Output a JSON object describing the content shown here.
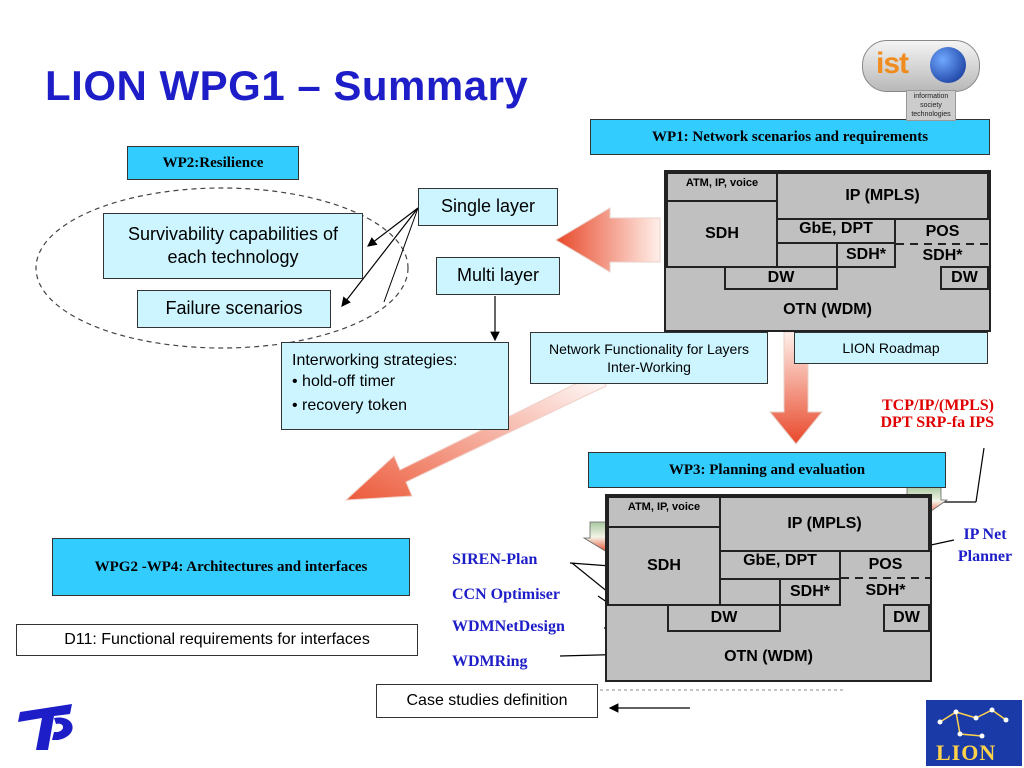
{
  "title": "LION WPG1 – Summary",
  "wp1": "WP1: Network scenarios and requirements",
  "wp2": "WP2:Resilience",
  "wp3": "WP3: Planning and evaluation",
  "wpg2": "WPG2 -WP4: Architectures and interfaces",
  "d11": "D11: Functional requirements for interfaces",
  "single_layer": "Single layer",
  "multi_layer": "Multi layer",
  "survivability": "Survivability capabilities of each technology",
  "failure": "Failure scenarios",
  "interworking": {
    "heading": "Interworking strategies:",
    "items": [
      "• hold-off timer",
      "• recovery token"
    ]
  },
  "network_functionality": "Network Functionality for Layers Inter-Working",
  "roadmap": "LION Roadmap",
  "case_studies": "Case studies definition",
  "red_text": [
    "TCP/IP/(MPLS)",
    "DPT SRP-fa IPS"
  ],
  "ip_net_planner": [
    "IP Net",
    "Planner"
  ],
  "tools": [
    "SIREN-Plan",
    "CCN Optimiser",
    "WDMNetDesign",
    "WDMRing"
  ],
  "stack": {
    "atm": "ATM, IP, voice",
    "ip": "IP (MPLS)",
    "sdh": "SDH",
    "gbe": "GbE, DPT",
    "pos": "POS",
    "sdh_star1": "SDH*",
    "sdh_star2": "SDH*",
    "dw1": "DW",
    "dw2": "DW",
    "otn": "OTN (WDM)"
  },
  "logos": {
    "ist": "ist",
    "ist_sub": [
      "information",
      "society",
      "technologies"
    ],
    "lion": "LION"
  },
  "colors": {
    "title": "#1e1ec8",
    "cyan": "#33ccff",
    "light_cyan": "#ccf5ff",
    "grey": "#c0c0c0",
    "red": "#e00000"
  }
}
